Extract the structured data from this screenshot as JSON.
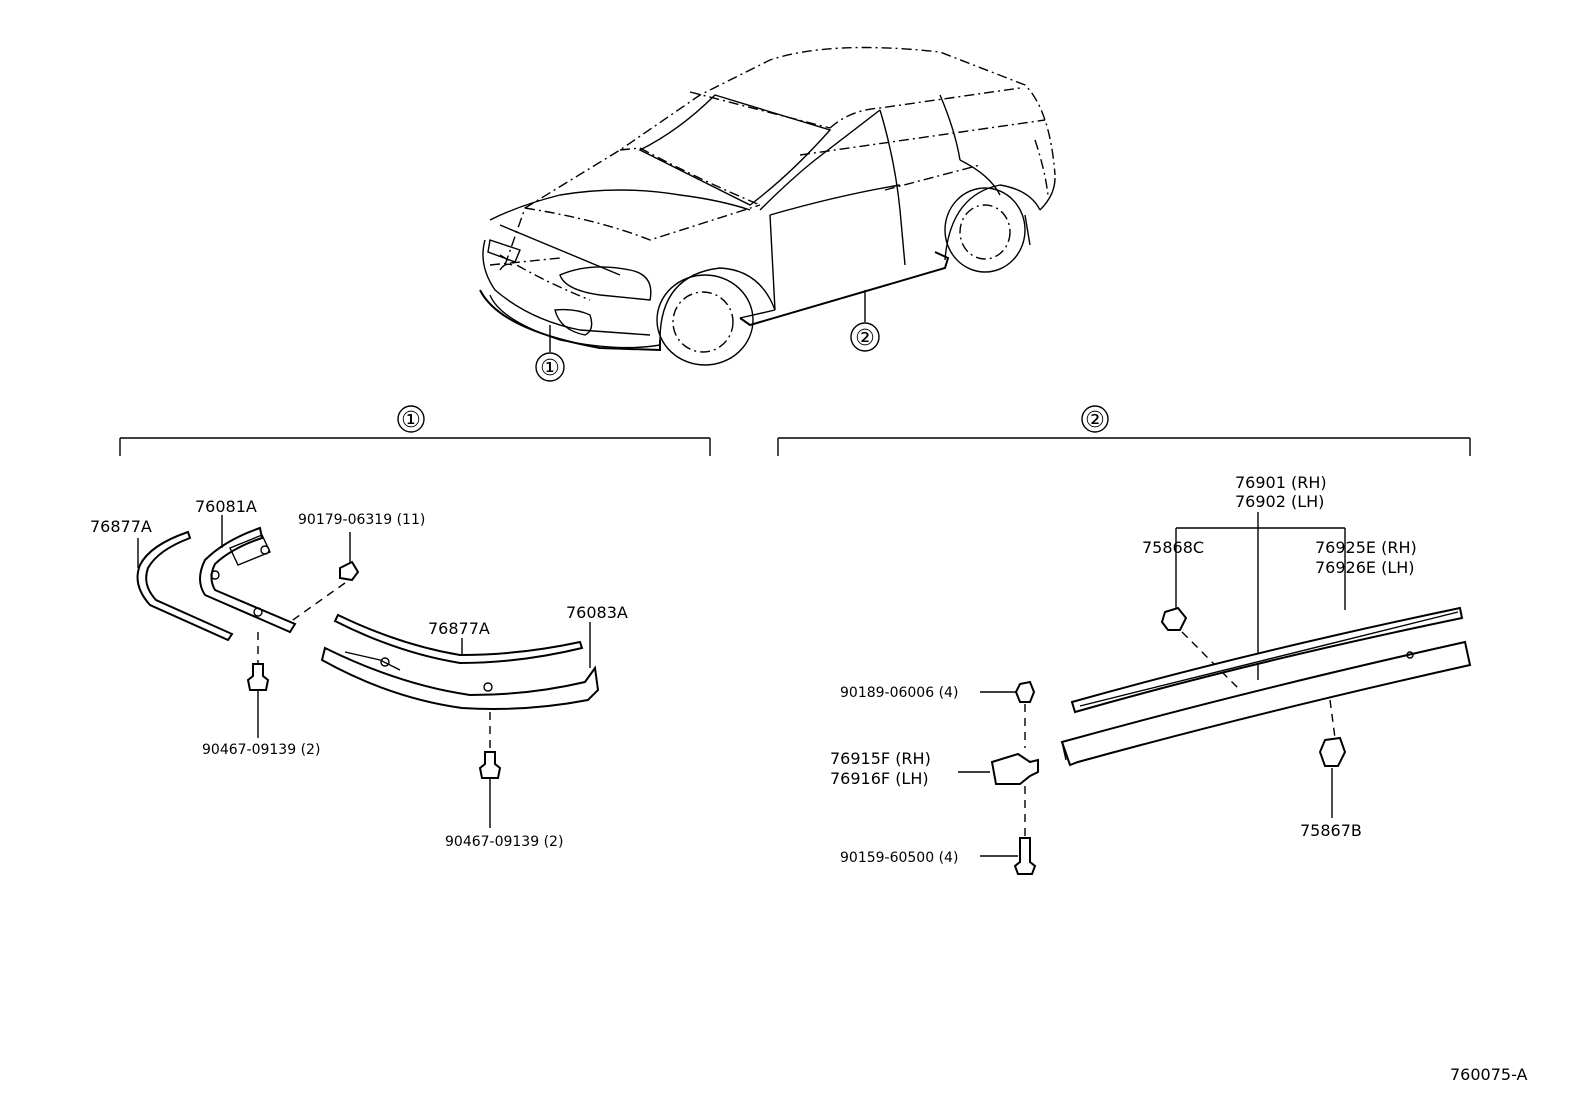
{
  "callouts": {
    "car_ref_1": "①",
    "car_ref_2": "②",
    "group_1": "①",
    "group_2": "②"
  },
  "group_1_parts": {
    "p76877A_a": "76877A",
    "p76081A": "76081A",
    "p90179": "90179-06319 (11)",
    "p76877A_b": "76877A",
    "p76083A": "76083A",
    "p90467_a": "90467-09139 (2)",
    "p90467_b": "90467-09139 (2)"
  },
  "group_2_parts": {
    "p76901": "76901 (RH)",
    "p76902": "76902 (LH)",
    "p75868C": "75868C",
    "p76925E": "76925E (RH)",
    "p76926E": "76926E (LH)",
    "p90189": "90189-06006 (4)",
    "p76915F": "76915F (RH)",
    "p76916F": "76916F (LH)",
    "p90159": "90159-60500 (4)",
    "p75867B": "75867B"
  },
  "diagram_id": "760075-A"
}
